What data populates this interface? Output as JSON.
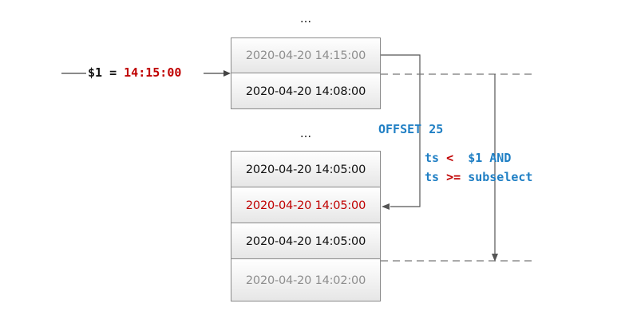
{
  "colors": {
    "row_gradient_top": "#ffffff",
    "row_gradient_bottom": "#e6e6e6",
    "row_border": "#8a8a8a",
    "line": "#555555",
    "dashed_line": "#777777",
    "red": "#c00000",
    "blue": "#1f7fc4"
  },
  "ellipsis": "...",
  "param": {
    "name": "$1",
    "eq": "=",
    "value": "14:15:00"
  },
  "top_rows": [
    {
      "text": "2020-04-20 14:15:00",
      "style": "muted"
    },
    {
      "text": "2020-04-20 14:08:00",
      "style": "normal"
    }
  ],
  "bottom_rows": [
    {
      "text": "2020-04-20 14:05:00",
      "style": "normal"
    },
    {
      "text": "2020-04-20 14:05:00",
      "style": "red"
    },
    {
      "text": "2020-04-20 14:05:00",
      "style": "normal"
    },
    {
      "text": "2020-04-20 14:02:00",
      "style": "muted"
    }
  ],
  "offset_label": "OFFSET 25",
  "condition": {
    "line1": {
      "col": "ts",
      "op": "<",
      "rhs": "$1 AND"
    },
    "line2": {
      "col": "ts",
      "op": ">=",
      "rhs": "subselect"
    }
  }
}
